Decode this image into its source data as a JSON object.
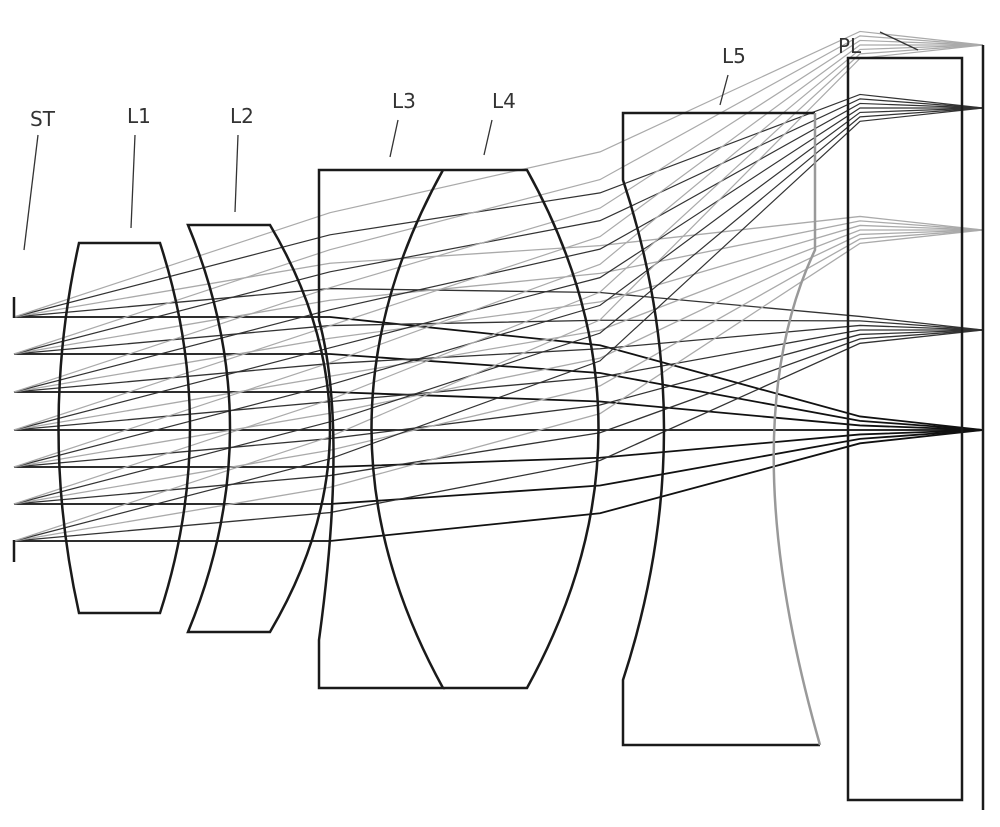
{
  "labels": {
    "stop": "ST",
    "lens1": "L1",
    "lens2": "L2",
    "lens3": "L3",
    "lens4": "L4",
    "lens5": "L5",
    "plate": "PL"
  },
  "colors": {
    "element": "#1a1a1a",
    "ray_axial": "#111111",
    "ray_offaxis": "#9a9a9a",
    "lens5_rear": "#999999"
  }
}
